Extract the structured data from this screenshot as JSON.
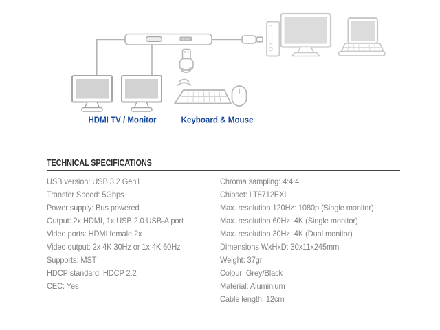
{
  "diagram": {
    "device_labels": {
      "hdmi_tv_monitor": "HDMI TV / Monitor",
      "keyboard_mouse": "Keyboard & Mouse"
    },
    "colors": {
      "label_blue": "#1a4a9c",
      "outline_gray": "#b3b3b3",
      "monitor_outline": "#a6a6a6",
      "right_group_outline": "#c9c9c9",
      "screen_fill_left": "#d2d2d2",
      "screen_fill_right": "#dcdcdc"
    },
    "icons": [
      "usb-hub-icon",
      "hdmi-port-icon",
      "usb-a-port-icon",
      "usb-c-connector-icon",
      "monitor-icon",
      "wireless-dongle-icon",
      "wireless-waves-icon",
      "keyboard-icon",
      "mouse-icon",
      "desktop-tower-icon",
      "desktop-monitor-icon",
      "laptop-icon"
    ]
  },
  "specs": {
    "title": "TECHNICAL SPECIFICATIONS",
    "left_column": [
      "USB version: USB 3.2 Gen1",
      "Transfer Speed: 5Gbps",
      "Power supply: Bus powered",
      "Output: 2x HDMI, 1x USB 2.0 USB-A port",
      "Video ports: HDMI female 2x",
      "Video output: 2x 4K 30Hz or 1x 4K 60Hz",
      "Supports: MST",
      "HDCP standard: HDCP 2.2",
      "CEC: Yes"
    ],
    "right_column": [
      "Chroma sampling: 4:4:4",
      "Chipset: LT8712EXI",
      "Max. resolution 120Hz: 1080p (Single monitor)",
      "Max. resolution 60Hz: 4K (Single monitor)",
      "Max. resolution 30Hz: 4K (Dual monitor)",
      "Dimensions WxHxD: 30x11x245mm",
      "Weight: 37gr",
      "Colour: Grey/Black",
      "Material: Aluminium",
      "Cable length: 12cm"
    ]
  }
}
